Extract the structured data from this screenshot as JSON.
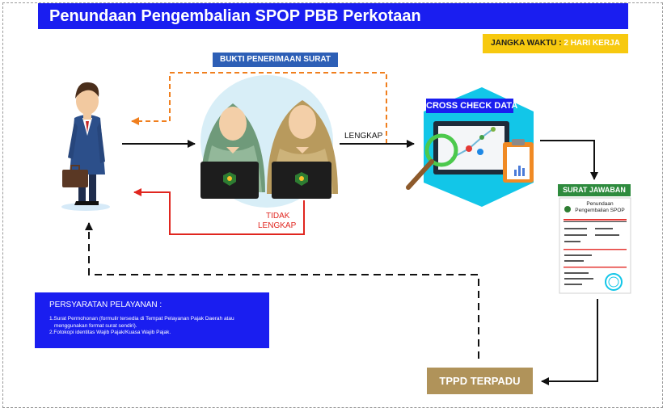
{
  "title": "Penundaan Pengembalian SPOP PBB Perkotaan",
  "deadline": {
    "label": "JANGKA WAKTU",
    "value": "2 HARI KERJA"
  },
  "receipt_label": "BUKTI PENERIMAAN SURAT",
  "complete_label": "LENGKAP",
  "incomplete_line1": "TIDAK",
  "incomplete_line2": "LENGKAP",
  "crosscheck_label": "CROSS CHECK DATA",
  "reply_label": "SURAT JAWABAN",
  "letter_title_line1": "Penundaan",
  "letter_title_line2": "Pengembalian SPOP",
  "requirements": {
    "title": "PERSYARATAN PELAYANAN :",
    "item1_line1": "1.Surat Permohonan (formulir tersedia di Tempat Pelayanan Pajak Daerah atau",
    "item1_line2": "menggunakan format surat sendiri).",
    "item2": "2.Fotokopi identitas Wajib Pajak/Kuasa Wajib Pajak."
  },
  "tppd_label": "TPPD TERPADU",
  "colors": {
    "blue": "#1a1ef0",
    "yellow": "#f7c90f",
    "gold": "#b0935a",
    "orange": "#f07f1e",
    "red": "#e0261f",
    "teal": "#12c6e8"
  },
  "icons": [
    "taxpayer-person-icon",
    "officer-hijab-icon",
    "laptop-icon",
    "magnifier-icon",
    "clipboard-icon",
    "letter-document-icon"
  ]
}
